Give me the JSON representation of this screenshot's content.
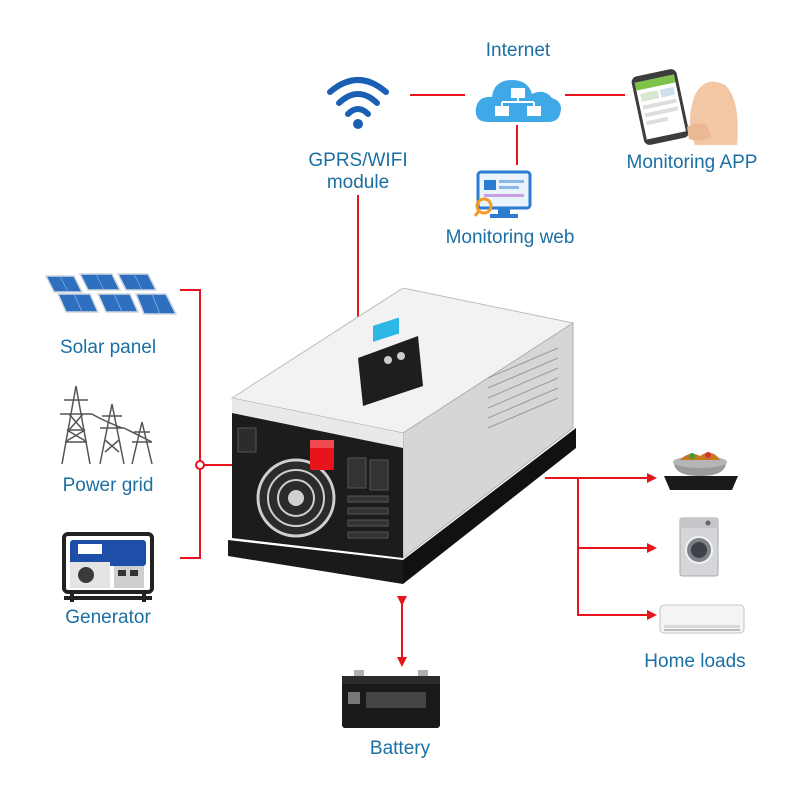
{
  "labels": {
    "internet": "Internet",
    "gprs_line1": "GPRS/WIFI",
    "gprs_line2": "module",
    "monitoring_app": "Monitoring APP",
    "monitoring_web": "Monitoring web",
    "solar_panel": "Solar panel",
    "power_grid": "Power grid",
    "generator": "Generator",
    "home_loads": "Home loads",
    "battery": "Battery"
  },
  "colors": {
    "label_text": "#1b6fa3",
    "connector_red": "#e8141c",
    "cloud_blue": "#3fa8e6",
    "wifi_blue": "#1a5fb4"
  },
  "icons": {
    "wifi": "wifi-icon",
    "cloud": "cloud-network-icon",
    "phone": "smartphone-app-icon",
    "web": "monitor-web-icon",
    "solar": "solar-panel-icon",
    "grid": "power-tower-icon",
    "generator": "generator-icon",
    "inverter": "inverter-device",
    "cooker": "induction-cooker-icon",
    "washer": "washing-machine-icon",
    "aircon": "air-conditioner-icon",
    "battery": "battery-icon"
  }
}
